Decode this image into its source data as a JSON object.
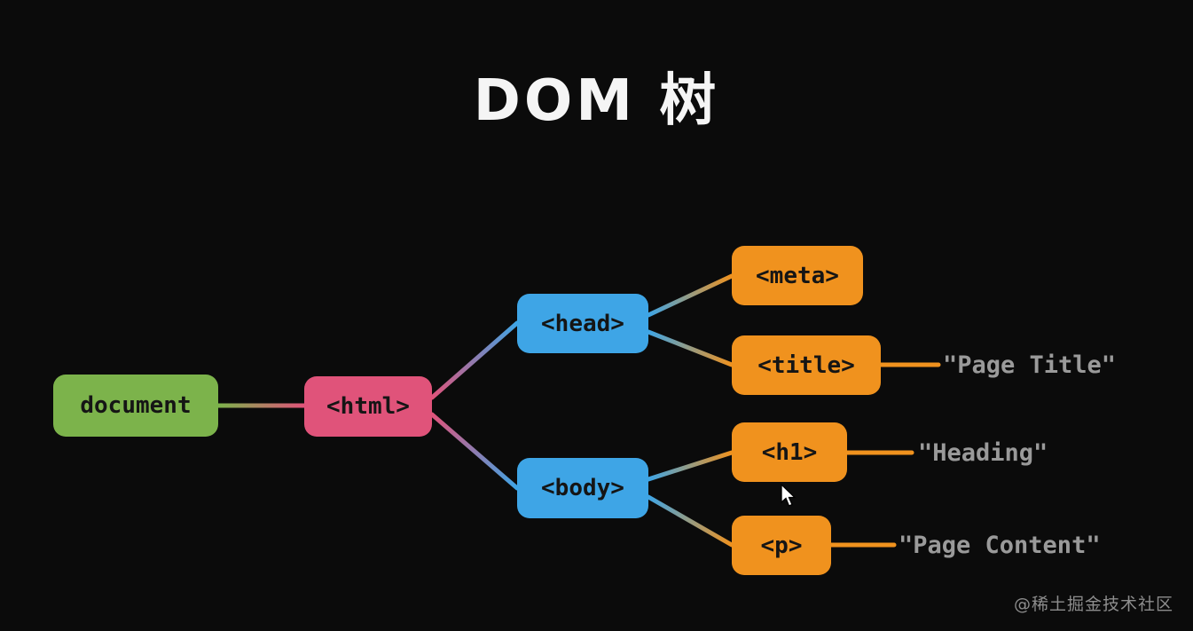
{
  "title": "DOM 树",
  "nodes": {
    "document": {
      "label": "document",
      "color": "#7cb34b"
    },
    "html": {
      "label": "<html>",
      "color": "#e0537a"
    },
    "head": {
      "label": "<head>",
      "color": "#3ea5e6"
    },
    "body": {
      "label": "<body>",
      "color": "#3ea5e6"
    },
    "meta": {
      "label": "<meta>",
      "color": "#f0921e"
    },
    "title": {
      "label": "<title>",
      "color": "#f0921e"
    },
    "h1": {
      "label": "<h1>",
      "color": "#f0921e"
    },
    "p": {
      "label": "<p>",
      "color": "#f0921e"
    }
  },
  "text_labels": {
    "page_title": "\"Page Title\"",
    "heading": "\"Heading\"",
    "page_content": "\"Page Content\""
  },
  "tree": {
    "root": "document",
    "edges": [
      {
        "from": "document",
        "to": "html"
      },
      {
        "from": "html",
        "to": "head"
      },
      {
        "from": "html",
        "to": "body"
      },
      {
        "from": "head",
        "to": "meta"
      },
      {
        "from": "head",
        "to": "title"
      },
      {
        "from": "body",
        "to": "h1"
      },
      {
        "from": "body",
        "to": "p"
      },
      {
        "from": "title",
        "to": "\"Page Title\""
      },
      {
        "from": "h1",
        "to": "\"Heading\""
      },
      {
        "from": "p",
        "to": "\"Page Content\""
      }
    ]
  },
  "watermark": "@稀土掘金技术社区",
  "colors": {
    "background": "#0b0b0b",
    "node_text": "#151515",
    "label_text": "#9a9a9a",
    "title_text": "#f5f5f5"
  }
}
